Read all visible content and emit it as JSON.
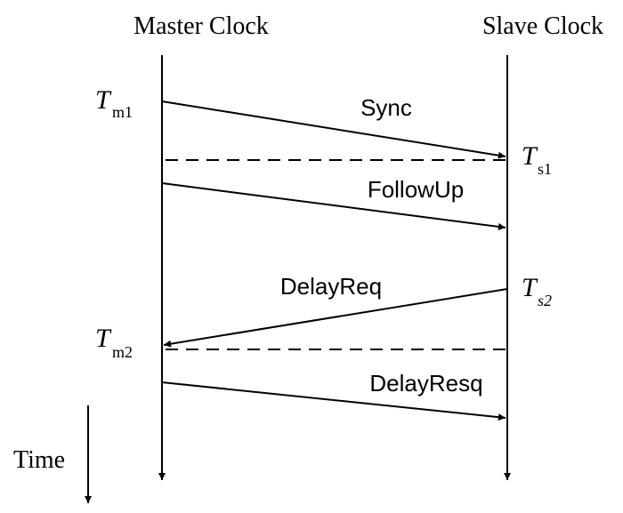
{
  "headers": {
    "master": "Master Clock",
    "slave": "Slave Clock"
  },
  "messages": {
    "sync": "Sync",
    "follow_up": "FollowUp",
    "delay_req": "DelayReq",
    "delay_resp": "DelayResq"
  },
  "timestamps": {
    "tm1": {
      "main": "T",
      "sub": "m1"
    },
    "ts1": {
      "main": "T",
      "sub": "s1"
    },
    "ts2": {
      "main": "T",
      "sub": "s2"
    },
    "tm2": {
      "main": "T",
      "sub": "m2"
    }
  },
  "time_label": "Time"
}
